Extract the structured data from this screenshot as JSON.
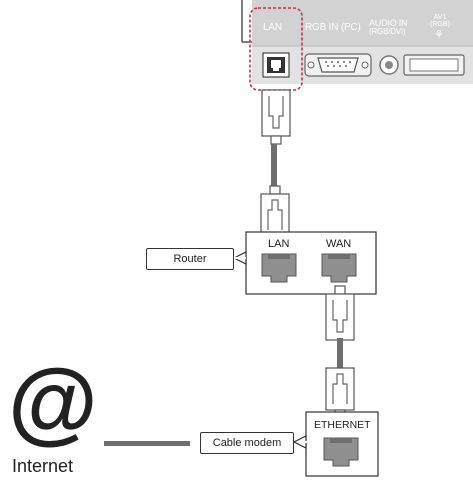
{
  "tv_panel": {
    "ports": [
      {
        "label": "LAN"
      },
      {
        "label": "RGB IN (PC)"
      },
      {
        "label": "AUDIO IN",
        "sublabel": "(RGB/DVI)"
      },
      {
        "label": "AV1",
        "sublabel": "(RGB)"
      }
    ]
  },
  "router": {
    "name": "Router",
    "ports": [
      "LAN",
      "WAN"
    ]
  },
  "modem": {
    "name": "Cable modem",
    "port": "ETHERNET"
  },
  "internet": {
    "symbol": "@",
    "label": "Internet"
  },
  "colors": {
    "tv_panel": "#d2d2d2",
    "highlight": "#d42a4a",
    "cable": "#6e6e6e",
    "port_fill": "#8f8f8f",
    "outline": "#333333"
  }
}
